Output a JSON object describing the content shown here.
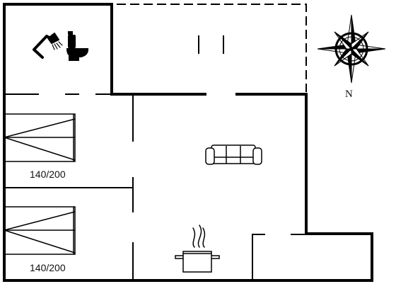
{
  "rooms": {
    "bedroom_1": {
      "bed_size": "140/200"
    },
    "bedroom_2": {
      "bed_size": "140/200"
    }
  },
  "compass": {
    "north_label": "N"
  },
  "icons": {
    "bathroom": [
      "shower-icon",
      "toilet-icon"
    ],
    "living": [
      "sofa-icon"
    ],
    "kitchen": [
      "cooking-pot-icon"
    ],
    "compass": "compass-rose-icon"
  },
  "colors": {
    "wall": "#000000",
    "background": "#ffffff"
  }
}
